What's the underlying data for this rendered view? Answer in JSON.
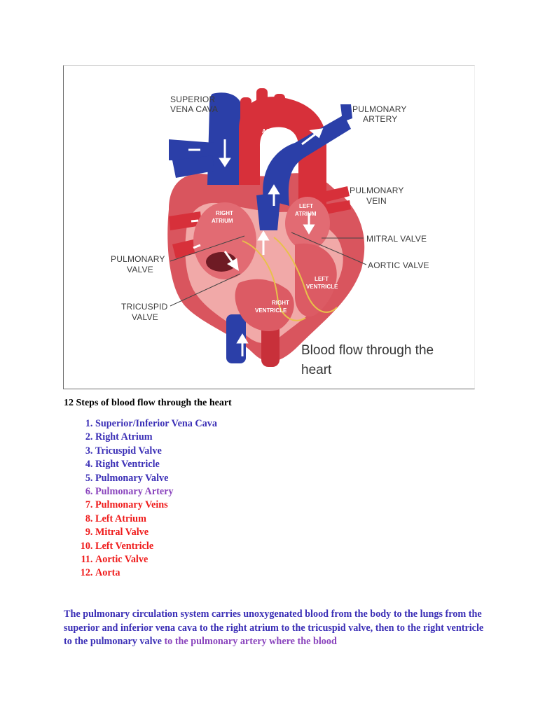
{
  "figure": {
    "labels": {
      "superior_vena_cava": [
        "SUPERIOR",
        "VENA CAVA"
      ],
      "pulmonary_artery": [
        "PULMONARY",
        "ARTERY"
      ],
      "aorta": "AORTA",
      "pulmonary_vein": [
        "PULMONARY",
        "VEIN"
      ],
      "right_atrium": [
        "RIGHT",
        "ATRIUM"
      ],
      "left_atrium": [
        "LEFT",
        "ATRIUM"
      ],
      "mitral_valve": "MITRAL VALVE",
      "pulmonary_valve": [
        "PULMONARY",
        "VALVE"
      ],
      "aortic_valve": "AORTIC VALVE",
      "left_ventricle": [
        "LEFT",
        "VENTRICLE"
      ],
      "right_ventricle": [
        "RIGHT",
        "VENTRICLE"
      ],
      "tricuspid_valve": [
        "TRICUSPID",
        "VALVE"
      ]
    },
    "caption": [
      "Blood flow through the",
      "heart"
    ],
    "colors": {
      "vein_blue": "#2b3fa8",
      "artery_red": "#d7303a",
      "muscle_pink": "#e98a8e"
    }
  },
  "heading": "12 Steps of blood flow through the heart",
  "steps": [
    {
      "text": "Superior/Inferior Vena Cava",
      "color": "blue"
    },
    {
      "text": "Right Atrium",
      "color": "blue"
    },
    {
      "text": "Tricuspid Valve",
      "color": "blue"
    },
    {
      "text": "Right Ventricle",
      "color": "blue"
    },
    {
      "text": "Pulmonary Valve",
      "color": "blue"
    },
    {
      "text": "Pulmonary Artery",
      "color": "purple"
    },
    {
      "text": "Pulmonary Veins",
      "color": "red"
    },
    {
      "text": "Left Atrium",
      "color": "red"
    },
    {
      "text": "Mitral Valve",
      "color": "red"
    },
    {
      "text": "Left Ventricle",
      "color": "red"
    },
    {
      "text": "Aortic Valve",
      "color": "red"
    },
    {
      "text": "Aorta",
      "color": "red"
    }
  ],
  "paragraph": {
    "part1": "The pulmonary circulation system carries unoxygenated blood from the body to the lungs from the superior and inferior vena cava to the right atrium to the tricuspid valve, then to the right ventricle to the pulmonary valve",
    "part2": " to the pulmonary artery where the blood"
  }
}
